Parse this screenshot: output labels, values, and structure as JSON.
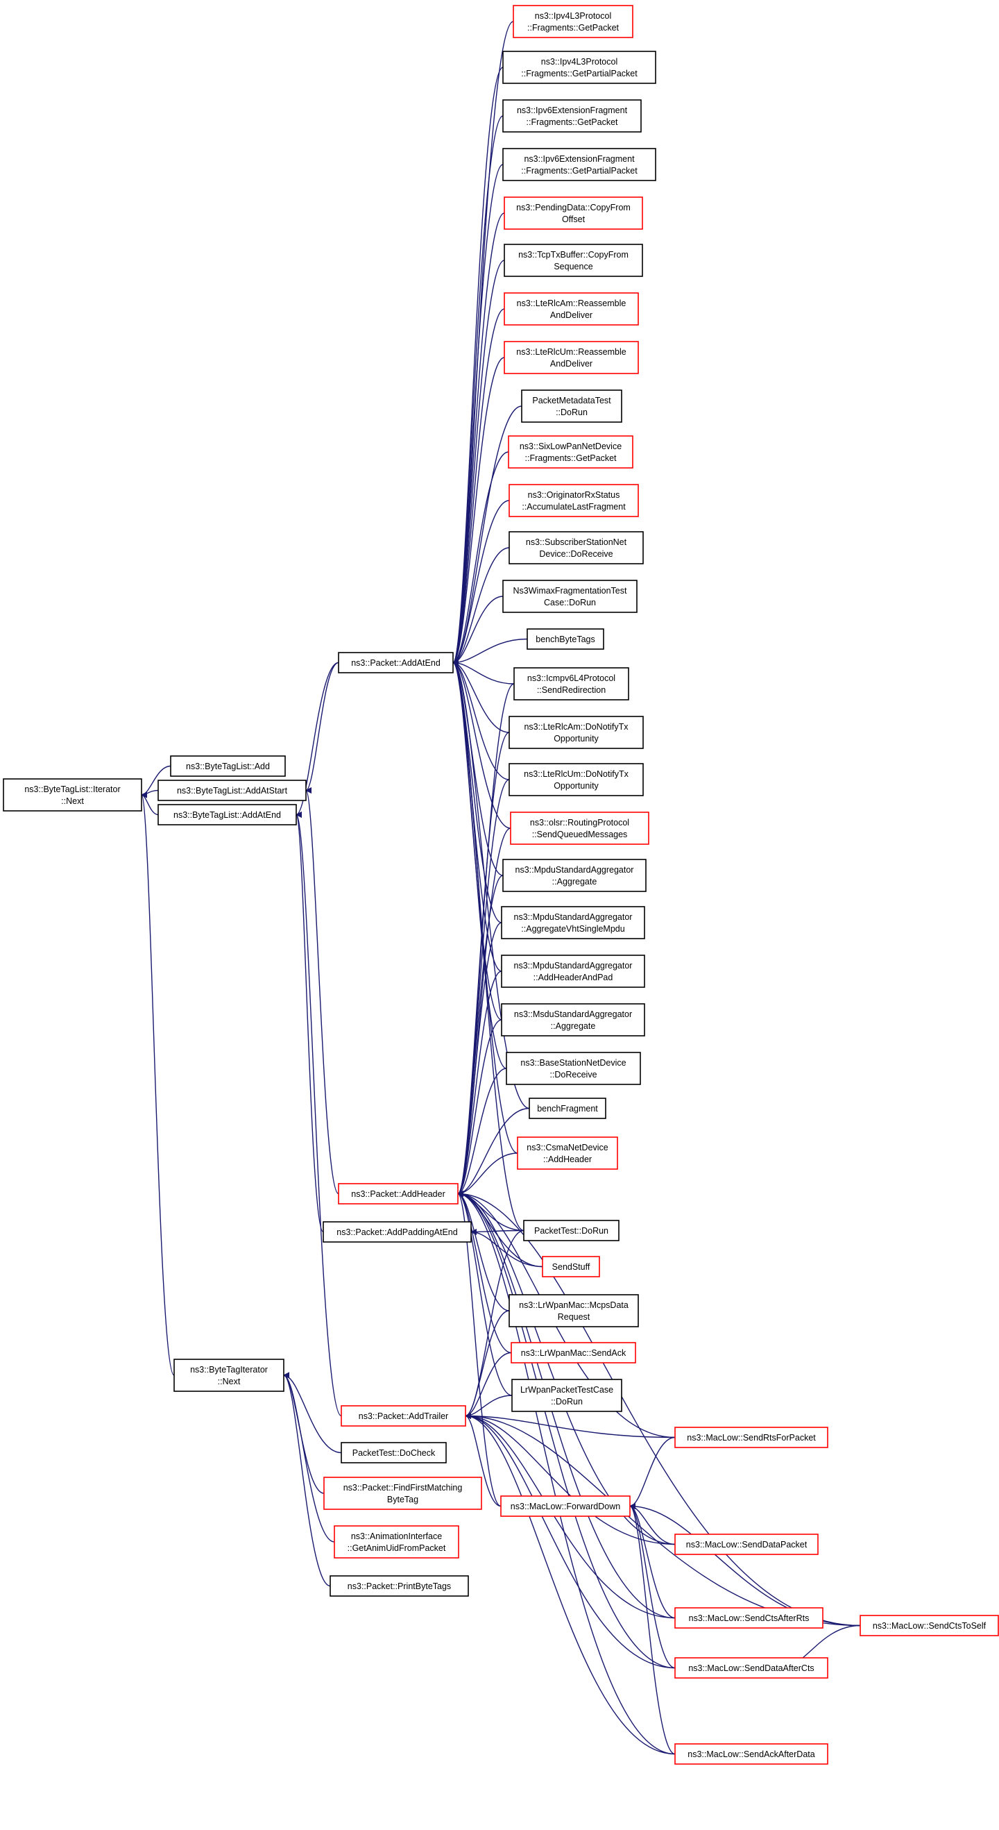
{
  "colors": {
    "edge": "#191970",
    "border_default": "#000000",
    "border_truncated": "#ff0000",
    "fill_default": "#ffffff",
    "fill_focus": "#bfbfbf"
  },
  "nodes": [
    {
      "id": "n0",
      "style": "focus",
      "lines": [
        "ns3::ByteTagList::Iterator",
        "::Next"
      ]
    },
    {
      "id": "n1",
      "style": "normal",
      "lines": [
        "ns3::ByteTagList::Add"
      ]
    },
    {
      "id": "n2",
      "style": "normal",
      "lines": [
        "ns3::ByteTagList::AddAtStart"
      ]
    },
    {
      "id": "n3",
      "style": "normal",
      "lines": [
        "ns3::ByteTagList::AddAtEnd"
      ]
    },
    {
      "id": "n4",
      "style": "normal",
      "lines": [
        "ns3::ByteTagIterator",
        "::Next"
      ]
    },
    {
      "id": "n5",
      "style": "normal",
      "lines": [
        "ns3::Packet::AddAtEnd"
      ]
    },
    {
      "id": "n6",
      "style": "truncated",
      "lines": [
        "ns3::Packet::AddHeader"
      ]
    },
    {
      "id": "n7",
      "style": "normal",
      "lines": [
        "ns3::Packet::AddPaddingAtEnd"
      ]
    },
    {
      "id": "n8",
      "style": "truncated",
      "lines": [
        "ns3::Packet::AddTrailer"
      ]
    },
    {
      "id": "n9",
      "style": "normal",
      "lines": [
        "PacketTest::DoCheck"
      ]
    },
    {
      "id": "n10",
      "style": "truncated",
      "lines": [
        "ns3::Packet::FindFirstMatching",
        "ByteTag"
      ]
    },
    {
      "id": "n11",
      "style": "truncated",
      "lines": [
        "ns3::AnimationInterface",
        "::GetAnimUidFromPacket"
      ]
    },
    {
      "id": "n12",
      "style": "normal",
      "lines": [
        "ns3::Packet::PrintByteTags"
      ]
    },
    {
      "id": "n13",
      "style": "truncated",
      "lines": [
        "ns3::Ipv4L3Protocol",
        "::Fragments::GetPacket"
      ]
    },
    {
      "id": "n14",
      "style": "normal",
      "lines": [
        "ns3::Ipv4L3Protocol",
        "::Fragments::GetPartialPacket"
      ]
    },
    {
      "id": "n15",
      "style": "normal",
      "lines": [
        "ns3::Ipv6ExtensionFragment",
        "::Fragments::GetPacket"
      ]
    },
    {
      "id": "n16",
      "style": "normal",
      "lines": [
        "ns3::Ipv6ExtensionFragment",
        "::Fragments::GetPartialPacket"
      ]
    },
    {
      "id": "n17",
      "style": "truncated",
      "lines": [
        "ns3::PendingData::CopyFrom",
        "Offset"
      ]
    },
    {
      "id": "n18",
      "style": "normal",
      "lines": [
        "ns3::TcpTxBuffer::CopyFrom",
        "Sequence"
      ]
    },
    {
      "id": "n19",
      "style": "truncated",
      "lines": [
        "ns3::LteRlcAm::Reassemble",
        "AndDeliver"
      ]
    },
    {
      "id": "n20",
      "style": "truncated",
      "lines": [
        "ns3::LteRlcUm::Reassemble",
        "AndDeliver"
      ]
    },
    {
      "id": "n21",
      "style": "normal",
      "lines": [
        "PacketMetadataTest",
        "::DoRun"
      ]
    },
    {
      "id": "n22",
      "style": "truncated",
      "lines": [
        "ns3::SixLowPanNetDevice",
        "::Fragments::GetPacket"
      ]
    },
    {
      "id": "n23",
      "style": "truncated",
      "lines": [
        "ns3::OriginatorRxStatus",
        "::AccumulateLastFragment"
      ]
    },
    {
      "id": "n24",
      "style": "normal",
      "lines": [
        "ns3::SubscriberStationNet",
        "Device::DoReceive"
      ]
    },
    {
      "id": "n25",
      "style": "normal",
      "lines": [
        "Ns3WimaxFragmentationTest",
        "Case::DoRun"
      ]
    },
    {
      "id": "n26",
      "style": "normal",
      "lines": [
        "benchByteTags"
      ]
    },
    {
      "id": "n27",
      "style": "normal",
      "lines": [
        "ns3::Icmpv6L4Protocol",
        "::SendRedirection"
      ]
    },
    {
      "id": "n28",
      "style": "normal",
      "lines": [
        "ns3::LteRlcAm::DoNotifyTx",
        "Opportunity"
      ]
    },
    {
      "id": "n29",
      "style": "normal",
      "lines": [
        "ns3::LteRlcUm::DoNotifyTx",
        "Opportunity"
      ]
    },
    {
      "id": "n30",
      "style": "truncated",
      "lines": [
        "ns3::olsr::RoutingProtocol",
        "::SendQueuedMessages"
      ]
    },
    {
      "id": "n31",
      "style": "normal",
      "lines": [
        "ns3::MpduStandardAggregator",
        "::Aggregate"
      ]
    },
    {
      "id": "n32",
      "style": "normal",
      "lines": [
        "ns3::MpduStandardAggregator",
        "::AggregateVhtSingleMpdu"
      ]
    },
    {
      "id": "n33",
      "style": "normal",
      "lines": [
        "ns3::MpduStandardAggregator",
        "::AddHeaderAndPad"
      ]
    },
    {
      "id": "n34",
      "style": "normal",
      "lines": [
        "ns3::MsduStandardAggregator",
        "::Aggregate"
      ]
    },
    {
      "id": "n35",
      "style": "normal",
      "lines": [
        "ns3::BaseStationNetDevice",
        "::DoReceive"
      ]
    },
    {
      "id": "n36",
      "style": "normal",
      "lines": [
        "benchFragment"
      ]
    },
    {
      "id": "n37",
      "style": "truncated",
      "lines": [
        "ns3::CsmaNetDevice",
        "::AddHeader"
      ]
    },
    {
      "id": "n38",
      "style": "normal",
      "lines": [
        "PacketTest::DoRun"
      ]
    },
    {
      "id": "n39",
      "style": "truncated",
      "lines": [
        "SendStuff"
      ]
    },
    {
      "id": "n40",
      "style": "normal",
      "lines": [
        "ns3::LrWpanMac::McpsData",
        "Request"
      ]
    },
    {
      "id": "n41",
      "style": "truncated",
      "lines": [
        "ns3::LrWpanMac::SendAck"
      ]
    },
    {
      "id": "n42",
      "style": "normal",
      "lines": [
        "LrWpanPacketTestCase",
        "::DoRun"
      ]
    },
    {
      "id": "n43",
      "style": "truncated",
      "lines": [
        "ns3::MacLow::ForwardDown"
      ]
    },
    {
      "id": "n44",
      "style": "truncated",
      "lines": [
        "ns3::MacLow::SendRtsForPacket"
      ]
    },
    {
      "id": "n45",
      "style": "truncated",
      "lines": [
        "ns3::MacLow::SendDataPacket"
      ]
    },
    {
      "id": "n46",
      "style": "truncated",
      "lines": [
        "ns3::MacLow::SendCtsAfterRts"
      ]
    },
    {
      "id": "n47",
      "style": "truncated",
      "lines": [
        "ns3::MacLow::SendDataAfterCts"
      ]
    },
    {
      "id": "n48",
      "style": "truncated",
      "lines": [
        "ns3::MacLow::SendAckAfterData"
      ]
    },
    {
      "id": "n49",
      "style": "truncated",
      "lines": [
        "ns3::MacLow::SendCtsToSelf"
      ]
    }
  ],
  "edges": [
    [
      "n1",
      "n0"
    ],
    [
      "n2",
      "n0"
    ],
    [
      "n3",
      "n0"
    ],
    [
      "n4",
      "n0"
    ],
    [
      "n5",
      "n2"
    ],
    [
      "n6",
      "n2"
    ],
    [
      "n5",
      "n3"
    ],
    [
      "n7",
      "n3"
    ],
    [
      "n8",
      "n3"
    ],
    [
      "n9",
      "n4"
    ],
    [
      "n10",
      "n4"
    ],
    [
      "n11",
      "n4"
    ],
    [
      "n12",
      "n4"
    ],
    [
      "n13",
      "n5"
    ],
    [
      "n14",
      "n5"
    ],
    [
      "n15",
      "n5"
    ],
    [
      "n16",
      "n5"
    ],
    [
      "n17",
      "n5"
    ],
    [
      "n18",
      "n5"
    ],
    [
      "n19",
      "n5"
    ],
    [
      "n20",
      "n5"
    ],
    [
      "n21",
      "n5"
    ],
    [
      "n22",
      "n5"
    ],
    [
      "n23",
      "n5"
    ],
    [
      "n24",
      "n5"
    ],
    [
      "n25",
      "n5"
    ],
    [
      "n26",
      "n5"
    ],
    [
      "n27",
      "n5"
    ],
    [
      "n28",
      "n5"
    ],
    [
      "n29",
      "n5"
    ],
    [
      "n30",
      "n5"
    ],
    [
      "n31",
      "n5"
    ],
    [
      "n32",
      "n5"
    ],
    [
      "n33",
      "n5"
    ],
    [
      "n34",
      "n5"
    ],
    [
      "n35",
      "n5"
    ],
    [
      "n36",
      "n5"
    ],
    [
      "n37",
      "n5"
    ],
    [
      "n38",
      "n5"
    ],
    [
      "n27",
      "n6"
    ],
    [
      "n28",
      "n6"
    ],
    [
      "n29",
      "n6"
    ],
    [
      "n30",
      "n6"
    ],
    [
      "n31",
      "n6"
    ],
    [
      "n32",
      "n6"
    ],
    [
      "n33",
      "n6"
    ],
    [
      "n34",
      "n6"
    ],
    [
      "n35",
      "n6"
    ],
    [
      "n36",
      "n6"
    ],
    [
      "n37",
      "n6"
    ],
    [
      "n38",
      "n6"
    ],
    [
      "n39",
      "n6"
    ],
    [
      "n40",
      "n6"
    ],
    [
      "n41",
      "n6"
    ],
    [
      "n42",
      "n6"
    ],
    [
      "n43",
      "n6"
    ],
    [
      "n44",
      "n6"
    ],
    [
      "n45",
      "n6"
    ],
    [
      "n46",
      "n6"
    ],
    [
      "n47",
      "n6"
    ],
    [
      "n48",
      "n6"
    ],
    [
      "n49",
      "n6"
    ],
    [
      "n38",
      "n7"
    ],
    [
      "n39",
      "n7"
    ],
    [
      "n38",
      "n8"
    ],
    [
      "n40",
      "n8"
    ],
    [
      "n41",
      "n8"
    ],
    [
      "n42",
      "n8"
    ],
    [
      "n43",
      "n8"
    ],
    [
      "n44",
      "n8"
    ],
    [
      "n45",
      "n8"
    ],
    [
      "n46",
      "n8"
    ],
    [
      "n47",
      "n8"
    ],
    [
      "n48",
      "n8"
    ],
    [
      "n49",
      "n8"
    ],
    [
      "n44",
      "n43"
    ],
    [
      "n45",
      "n43"
    ],
    [
      "n46",
      "n43"
    ],
    [
      "n47",
      "n43"
    ],
    [
      "n48",
      "n43"
    ],
    [
      "n49",
      "n43"
    ],
    [
      "n49",
      "n47"
    ]
  ]
}
